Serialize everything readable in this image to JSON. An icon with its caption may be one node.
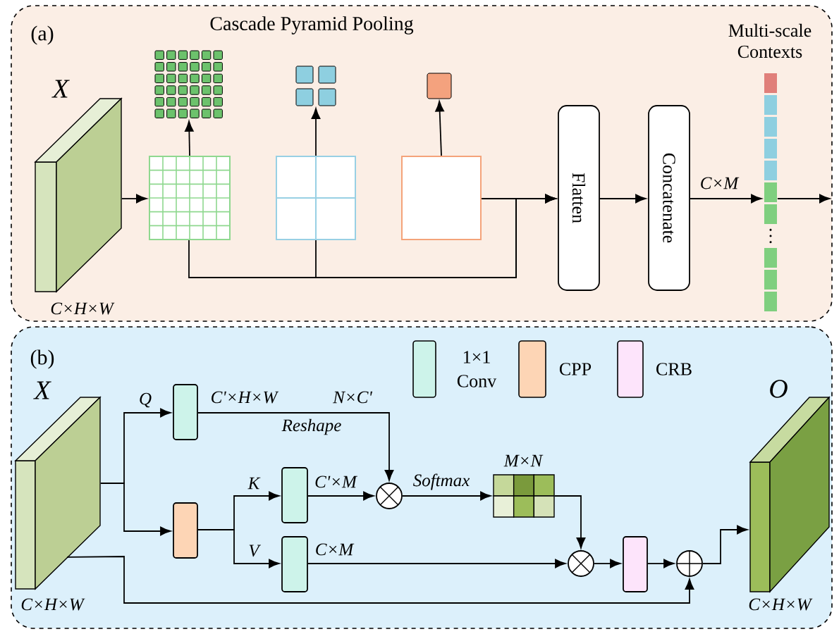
{
  "diagram": {
    "nodes": [
      {
        "text": [
          "(a)"
        ]
      },
      {
        "text": [],
        "shape": "box",
        "in": 0,
        "beside": [
          "X",
          "C×H×W"
        ]
      },
      {
        "text": [],
        "shape": "box",
        "in": 0
      },
      {
        "text": [],
        "shape": "box",
        "in": 0
      },
      {
        "text": [],
        "shape": "box",
        "in": 0
      },
      {
        "text": [],
        "shape": "box",
        "in": 0
      },
      {
        "text": [],
        "shape": "box",
        "in": 0
      },
      {
        "text": [],
        "shape": "box",
        "in": 0
      },
      {
        "text": [
          "Flatten"
        ],
        "in": 0
      },
      {
        "text": [
          "Concatenate"
        ],
        "in": 0
      },
      {
        "text": [
          "…"
        ],
        "in": 0,
        "beside": [
          "Multi-scale Contexts"
        ]
      },
      {
        "text": [
          "(b)"
        ]
      },
      {
        "text": [],
        "shape": "box",
        "in": 11,
        "beside": [
          "X",
          "C×H×W"
        ]
      },
      {
        "text": [],
        "shape": "box",
        "in": 11,
        "beside": [
          "C'×H×W"
        ]
      },
      {
        "text": [],
        "shape": "box",
        "in": 11
      },
      {
        "text": [],
        "shape": "box",
        "in": 11,
        "beside": [
          "C'×M"
        ]
      },
      {
        "text": [],
        "shape": "box",
        "in": 11,
        "beside": [
          "C×M"
        ]
      },
      {
        "text": [],
        "shape": "circle",
        "in": 11
      },
      {
        "text": [],
        "shape": "box",
        "in": 11,
        "beside": [
          "M×N"
        ]
      },
      {
        "text": [],
        "shape": "circle",
        "in": 11
      },
      {
        "text": [],
        "shape": "box",
        "in": 11
      },
      {
        "text": [],
        "shape": "circle",
        "in": 11
      },
      {
        "text": [],
        "shape": "box",
        "in": 11,
        "beside": [
          "O",
          "C×H×W"
        ]
      }
    ],
    "edges": [
      {
        "from": 1,
        "to": 2,
        "arrow": "to"
      },
      {
        "from": 2,
        "to": 3,
        "arrow": "to"
      },
      {
        "from": 4,
        "to": 5,
        "arrow": "to"
      },
      {
        "from": 6,
        "to": 7,
        "arrow": "to"
      },
      {
        "from": 6,
        "to": 8,
        "arrow": "to"
      },
      {
        "from": 2,
        "to": 8,
        "arrow": "to"
      },
      {
        "from": 4,
        "to": 8,
        "arrow": "to"
      },
      {
        "from": 8,
        "to": 9,
        "arrow": "to"
      },
      {
        "from": 9,
        "to": 10,
        "arrow": "to",
        "label": "C×M"
      },
      {
        "from": 10,
        "to": null,
        "arrow": "to"
      },
      {
        "from": 12,
        "to": 13,
        "arrow": "to",
        "label": "Q"
      },
      {
        "from": 12,
        "to": 14,
        "arrow": "to"
      },
      {
        "from": 13,
        "to": 17,
        "arrow": "to",
        "label": "Reshape"
      },
      {
        "from": 14,
        "to": 15,
        "arrow": "to",
        "label": "K"
      },
      {
        "from": 14,
        "to": 16,
        "arrow": "to",
        "label": "V"
      },
      {
        "from": 15,
        "to": 17,
        "arrow": "to"
      },
      {
        "from": 17,
        "to": 18,
        "arrow": "to",
        "label": "Softmax"
      },
      {
        "from": 18,
        "to": 19,
        "arrow": "to"
      },
      {
        "from": 16,
        "to": 19,
        "arrow": "to"
      },
      {
        "from": 19,
        "to": 20,
        "arrow": "to"
      },
      {
        "from": 20,
        "to": 21,
        "arrow": "to"
      },
      {
        "from": 12,
        "to": 21,
        "arrow": "to"
      },
      {
        "from": 21,
        "to": 22,
        "arrow": "to"
      }
    ],
    "labels": [
      "Cascade Pyramid Pooling",
      "N×C'"
    ],
    "legend": [
      {
        "text": "1×1 Conv",
        "color": "#cdf3ea"
      },
      {
        "text": "CPP",
        "color": "#fdd5b5"
      },
      {
        "text": "CRB",
        "color": "#fde4fb"
      }
    ]
  }
}
